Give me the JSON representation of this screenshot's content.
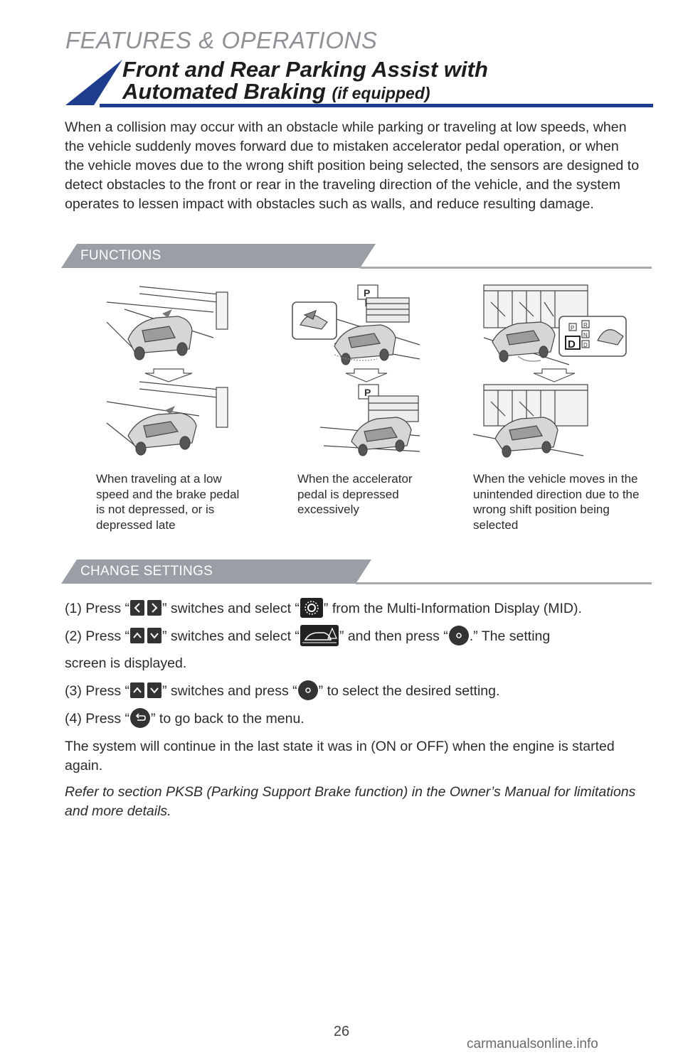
{
  "header": {
    "section": "FEATURES & OPERATIONS",
    "title_line1": "Front and Rear Parking Assist with",
    "title_line2": "Automated Braking",
    "title_suffix": "(if equipped)"
  },
  "intro": "When a collision may occur with an obstacle while parking or traveling at low speeds, when the vehicle suddenly moves forward due to mistaken accelerator pedal operation, or when the vehicle moves due to the wrong shift position being selected, the sensors are designed to detect obstacles to the front or rear in the traveling direction of the vehicle, and the system operates to lessen impact with obstacles such as walls, and reduce resulting damage.",
  "functions": {
    "label": "FUNCTIONS",
    "captions": [
      "When traveling at a low speed and the brake pedal is not depressed, or is depressed late",
      "When the accelerator pedal is depressed excessively",
      "When the vehicle moves in the unintended direction due to the wrong shift position being selected"
    ],
    "illus_text": {
      "parking_sign": "P",
      "gear_d": "D",
      "gear_p": "P",
      "gear_r": "R",
      "gear_n": "N",
      "gear_d_small": "D"
    }
  },
  "settings": {
    "label": "CHANGE SETTINGS",
    "step1": {
      "a": "(1) Press “",
      "b": "” switches and select “",
      "c": "” from the Multi-Information Display (MID)."
    },
    "step2": {
      "a": "(2) Press “",
      "b": "” switches and select “",
      "c": "” and then press “",
      "d": ".” The setting"
    },
    "step2_cont": "screen is displayed.",
    "step3": {
      "a": "(3) Press “",
      "b": "” switches and press “",
      "c": "” to select  the desired setting."
    },
    "step4": {
      "a": "(4) Press “",
      "b": "” to go back to the menu."
    },
    "note": "The system will continue in the last state it was in (ON or OFF) when the engine is started again.",
    "reference": "Refer to section PKSB (Parking Support Brake function) in the Owner’s Manual for limitations and more details."
  },
  "footer": {
    "page": "26",
    "watermark": "carmanualsonline.info"
  },
  "icons": [
    "left-right-arrow-icon",
    "settings-gear-icon",
    "up-down-arrow-icon",
    "car-warning-icon",
    "ok-button-icon",
    "back-button-icon"
  ],
  "colors": {
    "accent": "#1f3d8e",
    "tab": "#9a9fa6",
    "text": "#2b2b2b"
  }
}
